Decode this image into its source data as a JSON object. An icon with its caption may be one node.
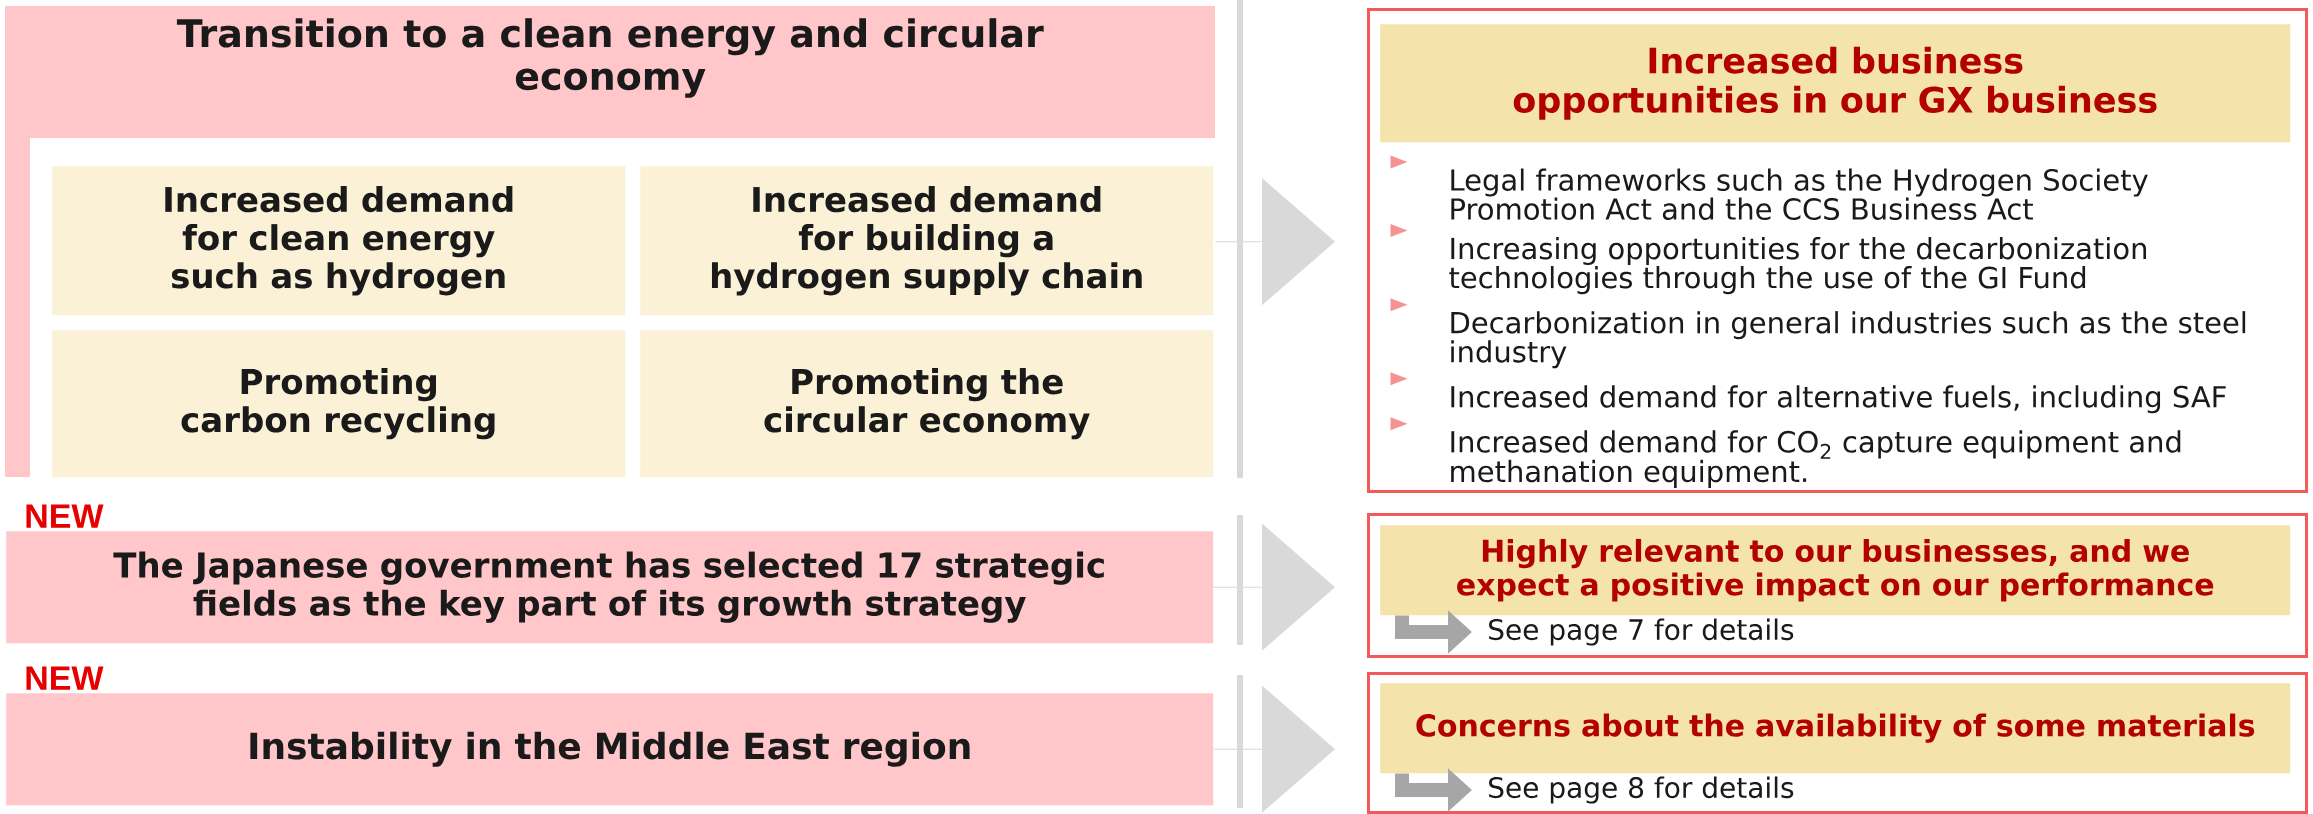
{
  "diagram": {
    "nodes": [
      {
        "text": [
          "Transition to a clean energy and circular economy"
        ]
      },
      {
        "text": [
          "Increased demand for clean energy such as hydrogen"
        ],
        "in": 0
      },
      {
        "text": [
          "Increased demand for building a hydrogen supply chain"
        ],
        "in": 0
      },
      {
        "text": [
          "Promoting carbon recycling"
        ],
        "in": 0
      },
      {
        "text": [
          "Promoting the circular economy"
        ],
        "in": 0
      },
      {
        "text": [
          "The Japanese government has selected 17 strategic fields as the key part of its growth strategy"
        ],
        "beside": [
          "NEW"
        ]
      },
      {
        "text": [
          "Instability in the Middle East region"
        ],
        "beside": [
          "NEW"
        ]
      },
      {
        "text": [
          "Legal frameworks such as the Hydrogen Society Promotion Act and the CCS Business Act",
          "Increasing opportunities for the decarbonization technologies through the use of the GI Fund",
          "Decarbonization in general industries such as the steel industry",
          "Increased demand for alternative fuels, including SAF",
          "Increased demand for CO$_{2}$ capture equipment and methanation equipment."
        ]
      },
      {
        "text": [
          "Increased business opportunities in our GX business"
        ],
        "in": 7
      },
      {
        "text": [],
        "shape": "box"
      },
      {
        "text": [
          "Highly relevant to our businesses, and we expect a positive impact on our performance"
        ],
        "in": 9
      },
      {
        "text": [
          "See page 7 for details"
        ],
        "in": 9
      },
      {
        "text": [],
        "shape": "box"
      },
      {
        "text": [
          "Concerns about the availability of some materials"
        ],
        "in": 12
      },
      {
        "text": [
          "See page 8 for details"
        ],
        "in": 12
      }
    ],
    "edges": [
      {
        "from": 0,
        "to": 7,
        "arrow": "to"
      },
      {
        "from": 5,
        "to": 9,
        "arrow": "to"
      },
      {
        "from": 6,
        "to": 12,
        "arrow": "to"
      },
      {
        "from": 10,
        "to": 11,
        "arrow": "to",
        "style": "thick",
        "color": "#a6a6a6"
      },
      {
        "from": 13,
        "to": 14,
        "arrow": "to",
        "style": "thick",
        "color": "#a6a6a6"
      }
    ]
  }
}
